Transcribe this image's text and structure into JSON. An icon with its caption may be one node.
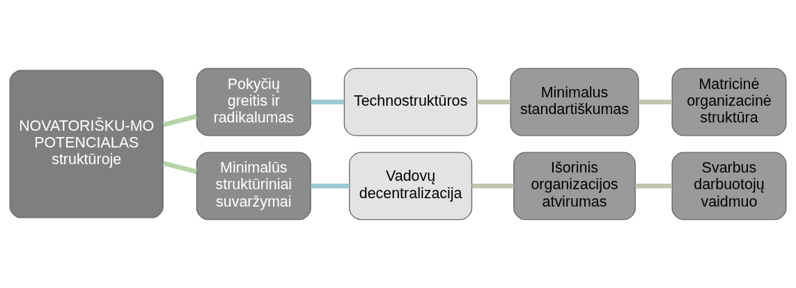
{
  "diagram": {
    "nodes": [
      {
        "text": [
          "NOVATORIŠKU-MO POTENCIALAS struktūroje"
        ]
      },
      {
        "text": [
          "Pokyčių greitis ir radikalumas"
        ]
      },
      {
        "text": [
          "Minimalūs struktūriniai suvaržymai"
        ]
      },
      {
        "text": [
          "Technostruktūros"
        ]
      },
      {
        "text": [
          "Vadovų decentralizacija"
        ]
      },
      {
        "text": [
          "Minimalus standartiškumas"
        ]
      },
      {
        "text": [
          "Išorinis organizacijos atvirumas"
        ]
      },
      {
        "text": [
          "Matricinė organizacinė struktūra"
        ]
      },
      {
        "text": [
          "Svarbus darbuotojų vaidmuo"
        ]
      }
    ],
    "edges": [
      {
        "from": 0,
        "to": 1,
        "arrow": "none",
        "color": "#b5d3a7"
      },
      {
        "from": 0,
        "to": 2,
        "arrow": "none",
        "color": "#b5d3a7"
      },
      {
        "from": 1,
        "to": 3,
        "arrow": "none",
        "color": "#9cc9d3"
      },
      {
        "from": 2,
        "to": 4,
        "arrow": "none",
        "color": "#9cc9d3"
      },
      {
        "from": 3,
        "to": 5,
        "arrow": "none"
      },
      {
        "from": 4,
        "to": 6,
        "arrow": "none"
      },
      {
        "from": 5,
        "to": 7,
        "arrow": "none"
      },
      {
        "from": 6,
        "to": 8,
        "arrow": "none"
      }
    ]
  }
}
